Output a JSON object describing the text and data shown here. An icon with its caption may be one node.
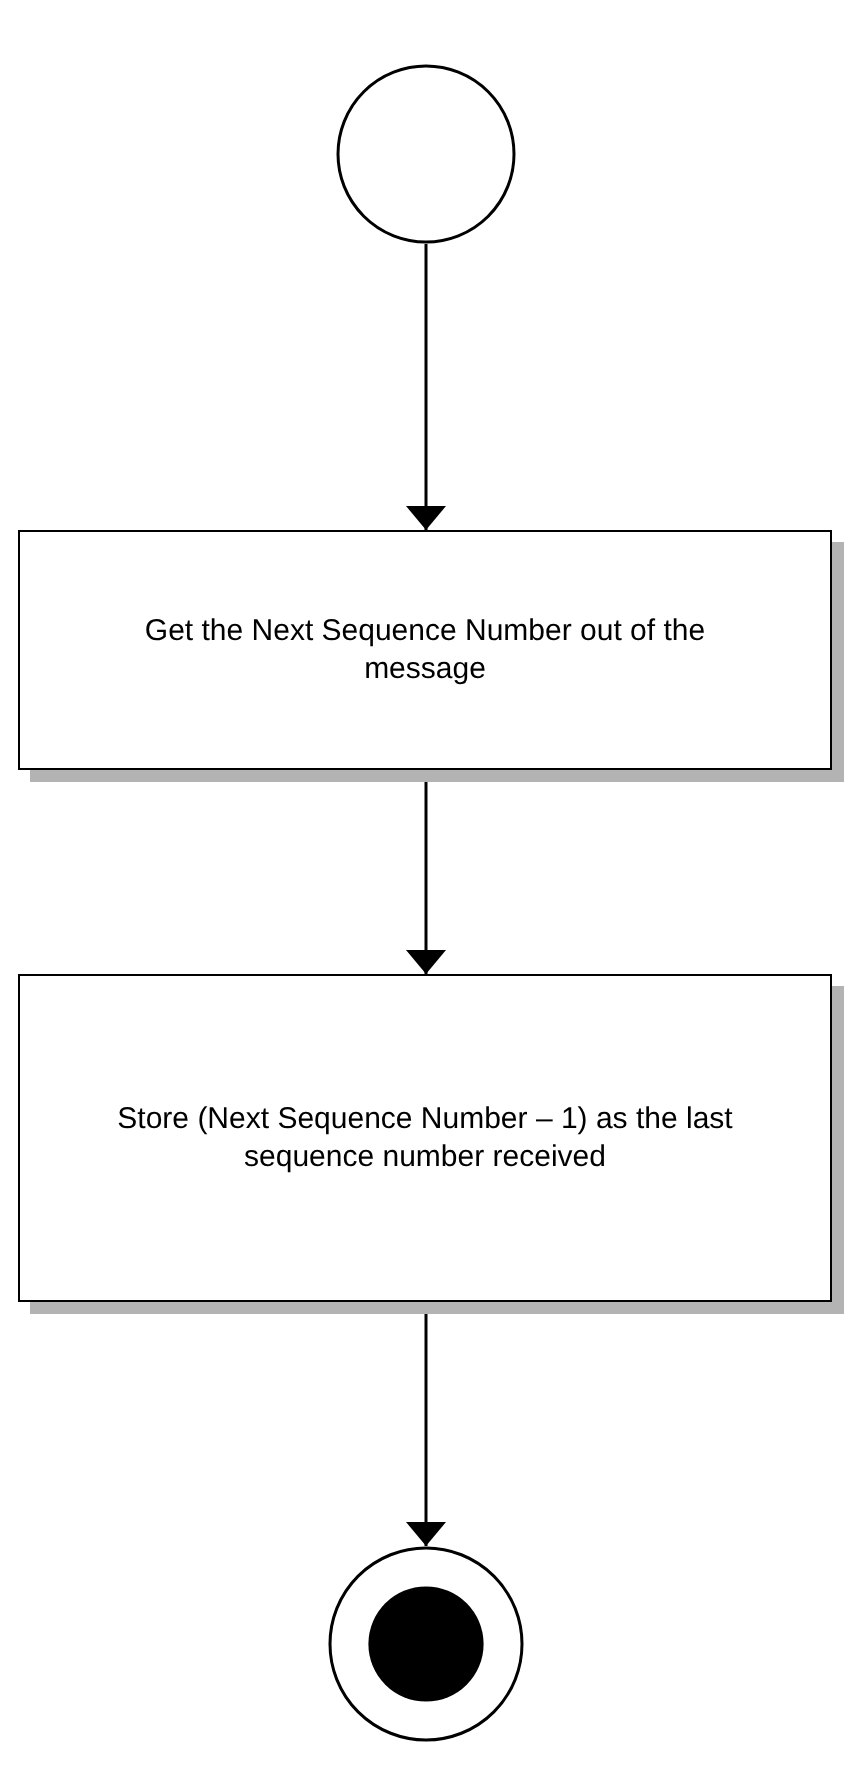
{
  "diagram": {
    "nodes": [
      {
        "text": [],
        "shape": "circle"
      },
      {
        "text": [
          "Get the Next Sequence Number out of the message"
        ]
      },
      {
        "text": [
          "Store (Next Sequence Number – 1) as the last sequence number received"
        ]
      },
      {
        "text": [],
        "shape": "bullseye"
      }
    ],
    "edges": [
      {
        "from": 0,
        "to": 1,
        "arrow": "to"
      },
      {
        "from": 1,
        "to": 2,
        "arrow": "to"
      },
      {
        "from": 2,
        "to": 3,
        "arrow": "to"
      }
    ]
  }
}
